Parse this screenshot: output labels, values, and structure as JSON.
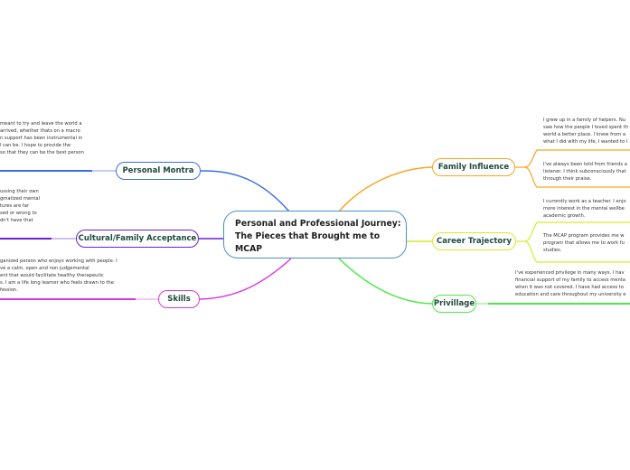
{
  "central": {
    "title_line1": "Personal and Professional Journey:",
    "title_line2": "The Pieces that Brought me to",
    "title_line3": "MCAP",
    "border_color": "#4a90c8"
  },
  "branches": {
    "personal_montra": {
      "label": "Personal Montra",
      "color": "#3b6fe0",
      "notes": [
        {
          "lines": [
            "meant to try and leave the world a",
            " arrived, whether thats on a macro",
            "n support has been instrumental in",
            "l can be. I hope to provide the",
            "so that they can be the best person"
          ]
        }
      ]
    },
    "cultural_family_acceptance": {
      "label": "Cultural/Family Acceptance",
      "color": "#6a1fd8",
      "notes": [
        {
          "lines": [
            "ussing their own",
            "gmatized mental",
            "tures are far",
            "sed or wrong to",
            "dn't have that"
          ]
        }
      ]
    },
    "skills": {
      "label": "Skills",
      "color": "#d838e0",
      "notes": [
        {
          "lines": [
            "ganized person who enjoys working with people. I",
            "ve a calm, open and non judgemental",
            "ent that would facilitate healthy therapeutic",
            "s. I am a life long learner who feels drawn to the",
            "fession."
          ]
        }
      ]
    },
    "family_influence": {
      "label": "Family Influence",
      "color": "#f5a623",
      "notes": [
        {
          "lines": [
            "I grew up in a family of helpers. Nu",
            "saw how the people I loved spent th",
            "world a better place. I knew from a",
            "what I did with my life, I wanted to l"
          ]
        },
        {
          "lines": [
            "I've always been told from friends a",
            "listener. I think subconsciously that",
            "through their praise."
          ]
        }
      ]
    },
    "career_trajectory": {
      "label": "Career Trajectory",
      "color": "#d4ec2a",
      "notes": [
        {
          "lines": [
            "I currently work as a teacher. I enjo",
            "more interest in the mental wellbe",
            "academic growth."
          ]
        },
        {
          "lines": [
            "The MCAP program provides me w",
            "program that allows me to work fu",
            "studies."
          ]
        }
      ]
    },
    "privillage": {
      "label": "Privillage",
      "color": "#4ee84a",
      "notes": [
        {
          "lines": [
            "I've experienced privilege in many ways. I hav",
            "financial support of my family to access menta",
            "when it was not covered. I have had access to",
            "education and care throughout my university e"
          ]
        }
      ]
    }
  }
}
